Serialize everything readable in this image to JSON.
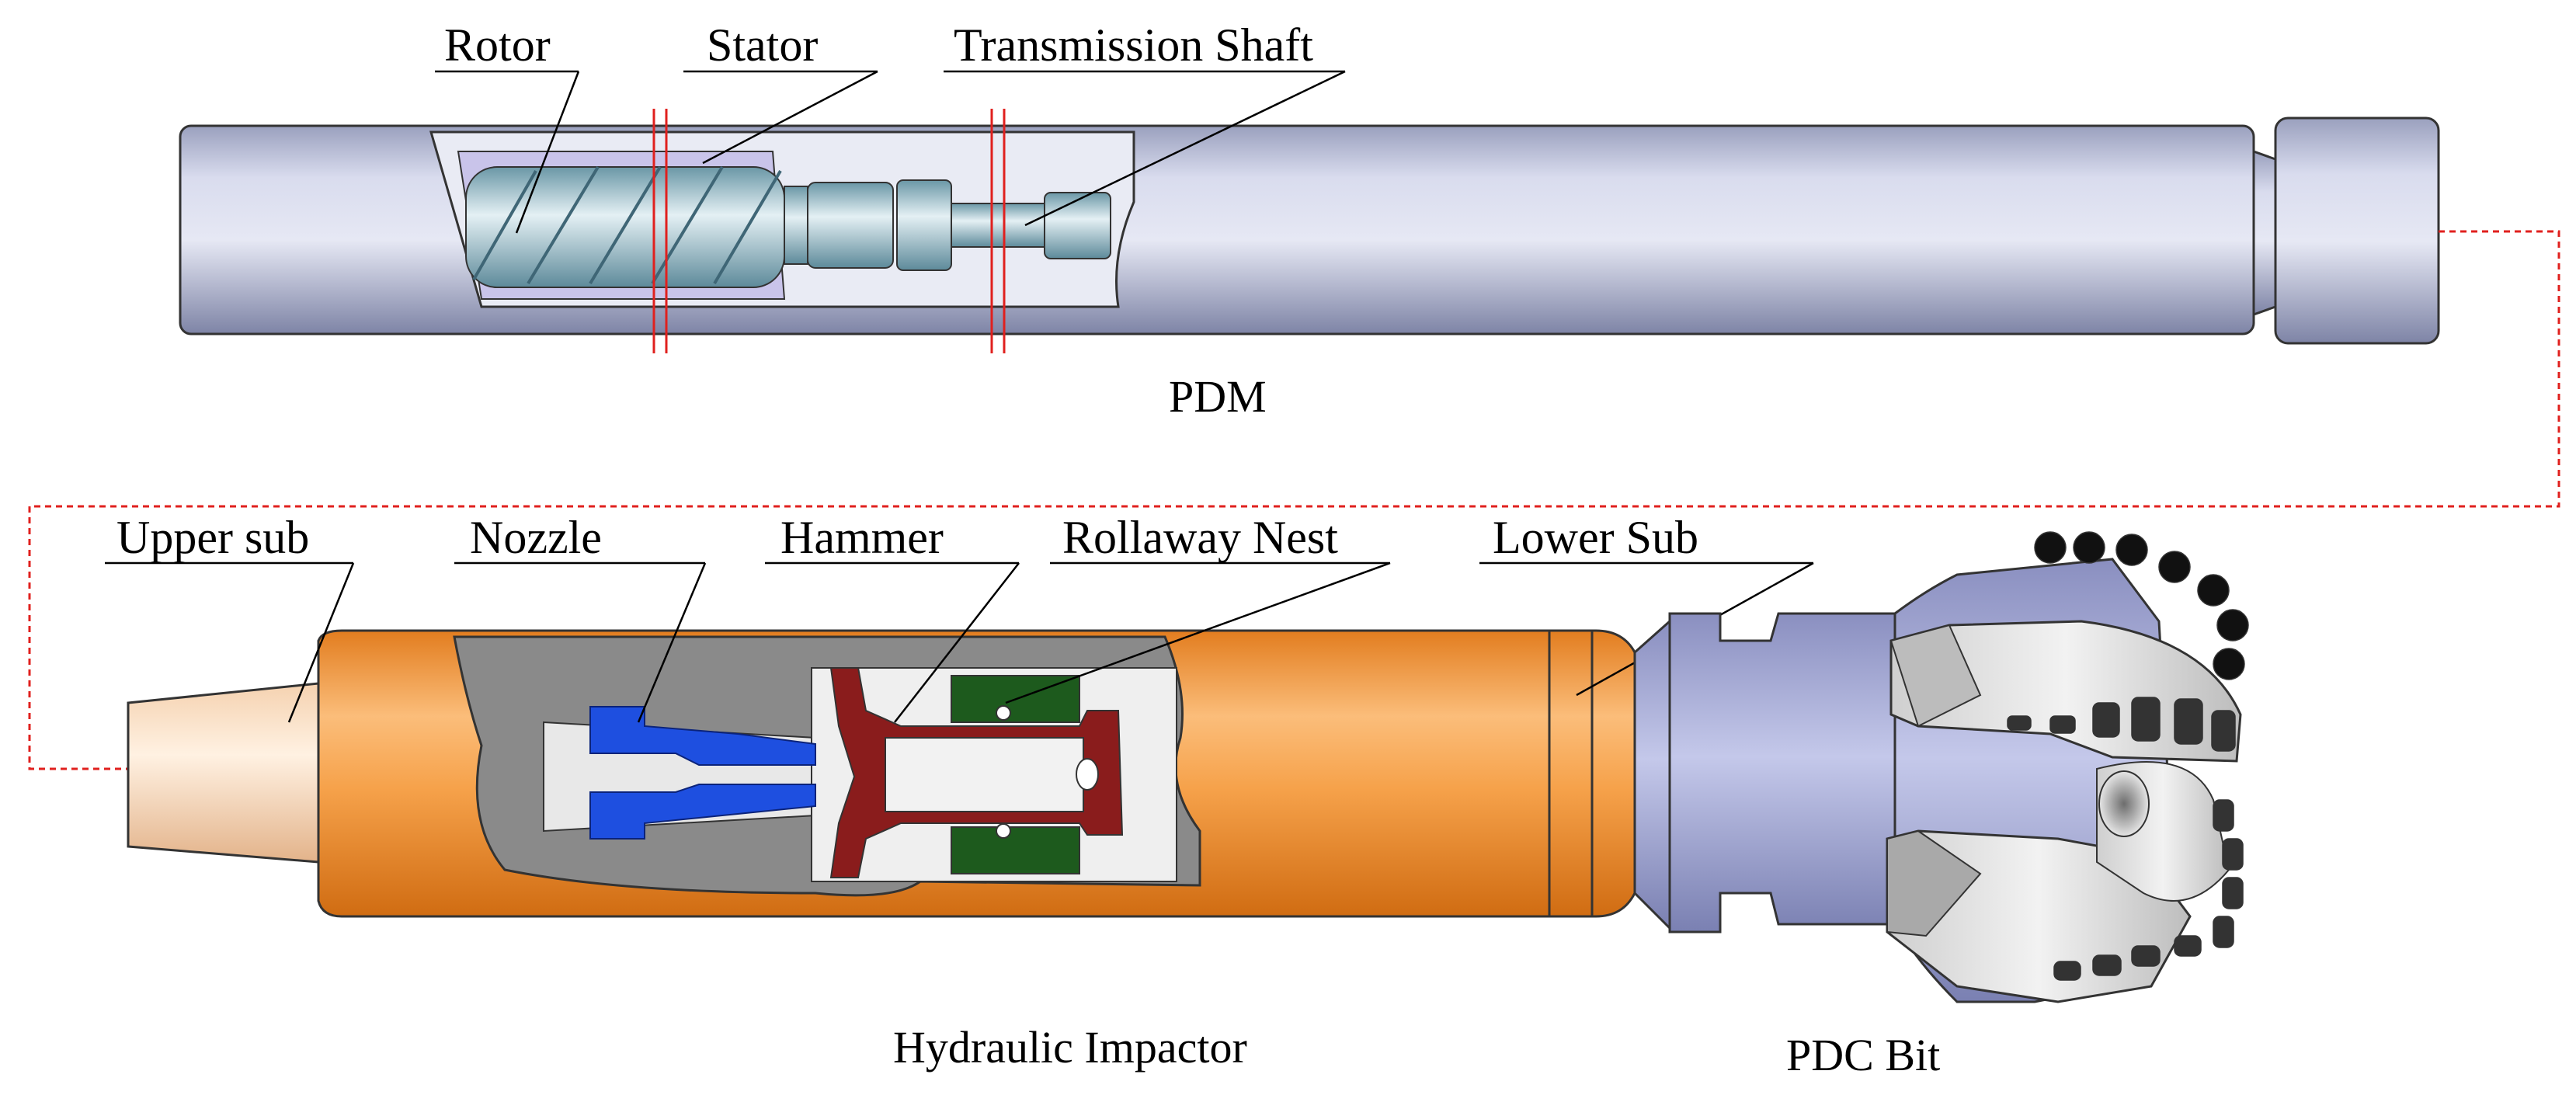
{
  "pdm": {
    "caption": "PDM",
    "labels": {
      "rotor": "Rotor",
      "stator": "Stator",
      "transmission_shaft": "Transmission Shaft"
    }
  },
  "impactor": {
    "caption": "Hydraulic Impactor",
    "labels": {
      "upper_sub": "Upper sub",
      "nozzle": "Nozzle",
      "hammer": "Hammer",
      "rollaway_nest": "Rollaway Nest",
      "lower_sub": "Lower Sub"
    }
  },
  "bit": {
    "caption": "PDC Bit"
  },
  "colors": {
    "pdm_body": "#c9cde3",
    "impactor_body": "#f39a3a",
    "nozzle": "#1e4fe0",
    "hammer": "#8a1c1c",
    "rollaway_nest": "#1d5a1d",
    "cut_section": "#8a8a8a",
    "connector_line": "#e0201e"
  }
}
